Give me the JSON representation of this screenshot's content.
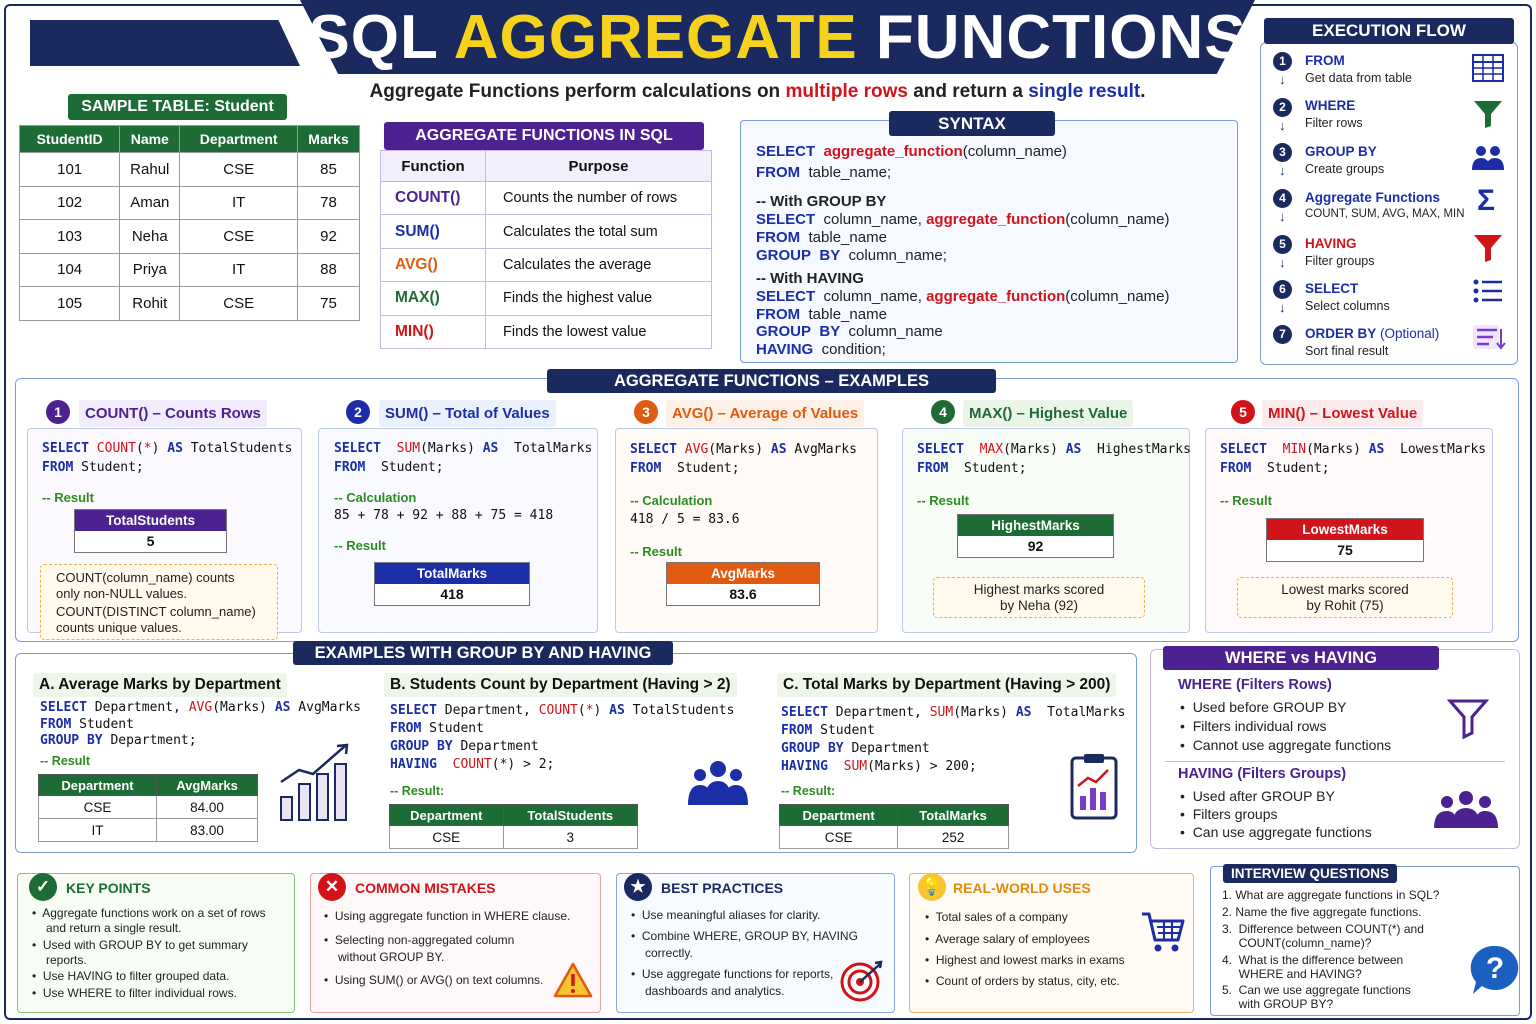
{
  "title": {
    "part1": "SQL",
    "part2": "AGGREGATE",
    "part3": "FUNCTIONS"
  },
  "subtitle": {
    "a": "Aggregate Functions perform calculations on ",
    "b": "multiple rows",
    "c": " and return a ",
    "d": "single result",
    "e": "."
  },
  "sample_table": {
    "header": "SAMPLE TABLE: Student",
    "columns": [
      "StudentID",
      "Name",
      "Department",
      "Marks"
    ],
    "rows": [
      [
        "101",
        "Rahul",
        "CSE",
        "85"
      ],
      [
        "102",
        "Aman",
        "IT",
        "78"
      ],
      [
        "103",
        "Neha",
        "CSE",
        "92"
      ],
      [
        "104",
        "Priya",
        "IT",
        "88"
      ],
      [
        "105",
        "Rohit",
        "CSE",
        "75"
      ]
    ]
  },
  "agg_table": {
    "header": "AGGREGATE FUNCTIONS IN SQL",
    "columns": [
      "Function",
      "Purpose"
    ],
    "rows": [
      {
        "fn": "COUNT()",
        "purpose": "Counts the number of rows",
        "color": "#4b2290"
      },
      {
        "fn": "SUM()",
        "purpose": "Calculates the total sum",
        "color": "#1b2ea8"
      },
      {
        "fn": "AVG()",
        "purpose": "Calculates the average",
        "color": "#e05a10"
      },
      {
        "fn": "MAX()",
        "purpose": "Finds the highest value",
        "color": "#1d6b35"
      },
      {
        "fn": "MIN()",
        "purpose": "Finds the lowest value",
        "color": "#d0141a"
      }
    ]
  },
  "syntax": {
    "header": "SYNTAX",
    "l1a": "SELECT",
    "l1b": "aggregate_function",
    "l1c": "(column_name)",
    "l2a": "FROM",
    "l2b": "table_name;",
    "c1": "-- With GROUP BY",
    "l3a": "SELECT",
    "l3b": "column_name,",
    "l3c": "aggregate_function",
    "l3d": "(column_name)",
    "l4a": "FROM",
    "l4b": "table_name",
    "l5a": "GROUP",
    "l5b": "BY",
    "l5c": "column_name;",
    "c2": "-- With HAVING",
    "l6a": "SELECT",
    "l6b": "column_name,",
    "l6c": "aggregate_function",
    "l6d": "(column_name)",
    "l7a": "FROM",
    "l7b": "table_name",
    "l8a": "GROUP",
    "l8b": "BY",
    "l8c": "column_name",
    "l9a": "HAVING",
    "l9b": "condition;"
  },
  "execution_flow": {
    "header": "EXECUTION FLOW",
    "steps": [
      {
        "n": "1",
        "title": "FROM",
        "desc": "Get data from table",
        "icon": "table-icon"
      },
      {
        "n": "2",
        "title": "WHERE",
        "desc": "Filter rows",
        "icon": "filter-icon"
      },
      {
        "n": "3",
        "title": "GROUP BY",
        "desc": "Create groups",
        "icon": "group-icon"
      },
      {
        "n": "4",
        "title": "Aggregate Functions",
        "desc": "COUNT, SUM, AVG, MAX, MIN",
        "icon": "sigma-icon"
      },
      {
        "n": "5",
        "title": "HAVING",
        "desc": "Filter groups",
        "icon": "filter-icon"
      },
      {
        "n": "6",
        "title": "SELECT",
        "desc": "Select columns",
        "icon": "list-icon"
      },
      {
        "n": "7",
        "title": "ORDER BY",
        "title_suffix": " (Optional)",
        "desc": "Sort final result",
        "icon": "sort-icon"
      }
    ]
  },
  "examples": {
    "header": "AGGREGATE FUNCTIONS – EXAMPLES",
    "count": {
      "n": "1",
      "title": "COUNT() – Counts Rows",
      "code": "SELECT COUNT(*) AS TotalStudents\nFROM Student;",
      "result_label": "-- Result",
      "col": "TotalStudents",
      "val": "5",
      "note1": "COUNT(column_name) counts",
      "note2": "only non-NULL values.",
      "note3": "COUNT(DISTINCT column_name)",
      "note4": "counts unique values."
    },
    "sum": {
      "n": "2",
      "title": "SUM() – Total of Values",
      "code": "SELECT SUM(Marks) AS TotalMarks\nFROM Student;",
      "calc_label": "-- Calculation",
      "calc": "85 + 78 + 92 + 88 + 75 = 418",
      "result_label": "-- Result",
      "col": "TotalMarks",
      "val": "418"
    },
    "avg": {
      "n": "3",
      "title": "AVG() – Average of Values",
      "code": "SELECT AVG(Marks) AS AvgMarks\nFROM Student;",
      "calc_label": "-- Calculation",
      "calc": "418 / 5 = 83.6",
      "result_label": "-- Result",
      "col": "AvgMarks",
      "val": "83.6"
    },
    "max": {
      "n": "4",
      "title": "MAX() – Highest Value",
      "code": "SELECT MAX(Marks) AS HighestMarks\nFROM Student;",
      "result_label": "-- Result",
      "col": "HighestMarks",
      "val": "92",
      "note1": "Highest marks scored",
      "note2": "by Neha (92)"
    },
    "min": {
      "n": "5",
      "title": "MIN() – Lowest Value",
      "code": "SELECT MIN(Marks) AS LowestMarks\nFROM Student;",
      "result_label": "-- Result",
      "col": "LowestMarks",
      "val": "75",
      "note1": "Lowest marks scored",
      "note2": "by Rohit (75)"
    }
  },
  "group_by": {
    "header": "EXAMPLES WITH GROUP BY AND HAVING",
    "a": {
      "title": "A. Average Marks by Department",
      "l1": "SELECT Department, AVG(Marks) AS AvgMarks",
      "l2": "FROM Student",
      "l3": "GROUP BY Department;",
      "result": "-- Result",
      "cols": [
        "Department",
        "AvgMarks"
      ],
      "rows": [
        [
          "CSE",
          "84.00"
        ],
        [
          "IT",
          "83.00"
        ]
      ]
    },
    "b": {
      "title": "B. Students Count by Department (Having > 2)",
      "l1": "SELECT Department, COUNT(*) AS TotalStudents",
      "l2": "FROM Student",
      "l3": "GROUP BY Department",
      "l4": "HAVING COUNT(*) > 2;",
      "result": "-- Result:",
      "cols": [
        "Department",
        "TotalStudents"
      ],
      "rows": [
        [
          "CSE",
          "3"
        ]
      ]
    },
    "c": {
      "title": "C. Total Marks by Department (Having > 200)",
      "l1": "SELECT Department, SUM(Marks) AS TotalMarks",
      "l2": "FROM Student",
      "l3": "GROUP BY Department",
      "l4": "HAVING SUM(Marks) > 200;",
      "result": "-- Result:",
      "cols": [
        "Department",
        "TotalMarks"
      ],
      "rows": [
        [
          "CSE",
          "252"
        ]
      ]
    }
  },
  "where_having": {
    "header": "WHERE vs HAVING",
    "where_title": "WHERE (Filters Rows)",
    "where_items": [
      "Used before GROUP BY",
      "Filters individual rows",
      "Cannot use aggregate functions"
    ],
    "having_title": "HAVING (Filters Groups)",
    "having_items": [
      "Used after GROUP BY",
      "Filters groups",
      "Can use aggregate functions"
    ]
  },
  "key_points": {
    "title": "KEY POINTS",
    "items": [
      "Aggregate functions work on a set of rows",
      "and return a single result.",
      "Used with GROUP BY to get summary",
      "reports.",
      "Use HAVING to filter grouped data.",
      "Use WHERE to filter individual rows."
    ]
  },
  "common_mistakes": {
    "title": "COMMON MISTAKES",
    "items": [
      "Using aggregate function in WHERE clause.",
      "Selecting non-aggregated column",
      "without GROUP BY.",
      "Using SUM() or AVG() on text columns."
    ]
  },
  "best_practices": {
    "title": "BEST PRACTICES",
    "items": [
      "Use meaningful aliases for clarity.",
      "Combine WHERE, GROUP BY, HAVING",
      "correctly.",
      "Use aggregate functions for reports,",
      "dashboards and analytics."
    ]
  },
  "real_world": {
    "title": "REAL-WORLD USES",
    "items": [
      "Total sales of a company",
      "Average salary of employees",
      "Highest and lowest marks in exams",
      "Count of orders by status, city, etc."
    ]
  },
  "interview": {
    "header": "INTERVIEW QUESTIONS",
    "items": [
      "1.  What are aggregate functions in SQL?",
      "2.  Name the five aggregate functions.",
      "3.  Difference between COUNT(*) and",
      "     COUNT(column_name)?",
      "4.  What is the difference between",
      "     WHERE and HAVING?",
      "5.  Can we use aggregate functions",
      "     with GROUP BY?"
    ]
  },
  "colors": {
    "navy": "#1a2a5e",
    "green": "#1d6b35",
    "purple": "#4b2290",
    "blue": "#1b2ea8",
    "orange": "#e05a10",
    "red": "#d0141a",
    "yellow": "#f7d21c"
  }
}
